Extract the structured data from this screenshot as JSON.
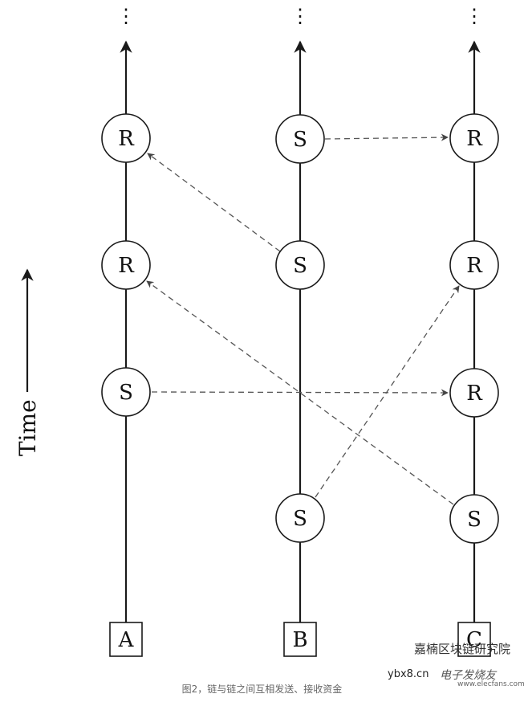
{
  "time_label": "Time",
  "chains": [
    {
      "id": "A",
      "label": "A"
    },
    {
      "id": "B",
      "label": "B"
    },
    {
      "id": "C",
      "label": "C"
    }
  ],
  "nodes": [
    {
      "chain": "A",
      "type": "R"
    },
    {
      "chain": "A",
      "type": "R"
    },
    {
      "chain": "A",
      "type": "S"
    },
    {
      "chain": "B",
      "type": "S"
    },
    {
      "chain": "B",
      "type": "S"
    },
    {
      "chain": "B",
      "type": "S"
    },
    {
      "chain": "C",
      "type": "R"
    },
    {
      "chain": "C",
      "type": "R"
    },
    {
      "chain": "C",
      "type": "R"
    },
    {
      "chain": "C",
      "type": "S"
    }
  ],
  "continuation": "⋮",
  "caption": "图2，链与链之间互相发送、接收资金",
  "watermark": {
    "account": "嘉楠区块链研究院",
    "site": "ybx8.cn",
    "brand": "电子发烧友",
    "brand_url": "www.elecfans.com"
  }
}
